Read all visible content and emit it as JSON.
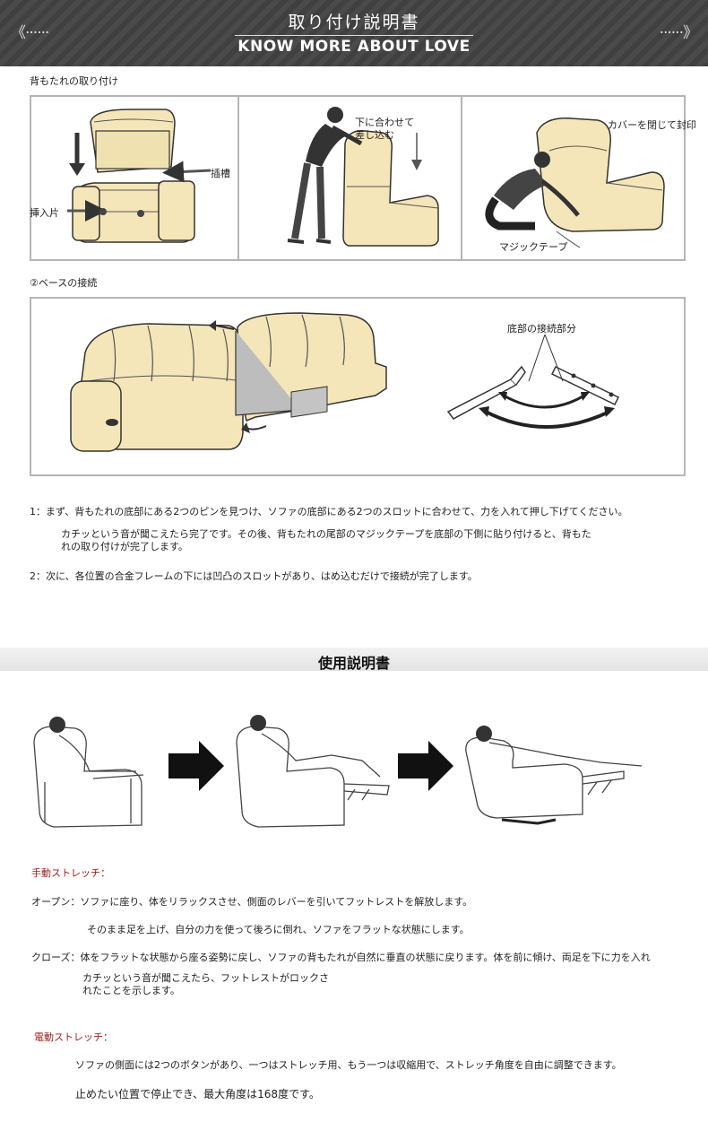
{
  "header": {
    "title": "取り付け説明書",
    "subtitle": "KNOW MORE ABOUT LOVE",
    "left_arrow": "《······",
    "right_arrow": "······》"
  },
  "section1": {
    "heading": "背もたれの取り付け",
    "labels": {
      "slot": "插槽",
      "insert_piece": "挿入片",
      "align_down_1": "下に合わせて",
      "align_down_2": "差し込む",
      "close_cover": "カバーを閉じて封印",
      "magic_tape": "マジックテープ"
    }
  },
  "section2": {
    "heading": "②ベースの接続",
    "bottom_connection": "底部の接続部分"
  },
  "instructions": {
    "step1": "1：まず、背もたれの底部にある2つのピンを見つけ、ソファの底部にある2つのスロットに合わせて、力を入れて押し下げてください。",
    "step1_cont_1": "カチッという音が聞こえたら完了です。その後、背もたれの尾部のマジックテープを底部の下側に貼り付けると、背もた",
    "step1_cont_2": "れの取り付けが完了します。",
    "step2": "2：次に、各位置の合金フレームの下には凹凸のスロットがあり、はめ込むだけで接続が完了します。"
  },
  "usage": {
    "title": "使用説明書",
    "manual_heading": "手動ストレッチ：",
    "open_text_1": "オープン：ソファに座り、体をリラックスさせ、側面のレバーを引いてフットレストを解放します。",
    "open_text_2": "そのまま足を上げ、自分の力を使って後ろに倒れ、ソファをフラットな状態にします。",
    "close_text_1": "クローズ：体をフラットな状態から座る姿勢に戻し、ソファの背もたれが自然に垂直の状態に戻ります。体を前に傾け、両足を下に力を入れ",
    "close_text_2": "カチッという音が聞こえたら、フットレストがロックさ",
    "close_text_3": "れたことを示します。",
    "electric_heading": "電動ストレッチ：",
    "electric_text_1": "ソファの側面には2つのボタンがあり、一つはストレッチ用、もう一つは収縮用で、ストレッチ角度を自由に調整できます。",
    "electric_text_2": "止めたい位置で停止でき、最大角度は168度です。"
  },
  "colors": {
    "header_bg": "#454545",
    "sofa_fill": "#f4e6b8",
    "sofa_stroke": "#333333",
    "frame_border": "#b5b5b5",
    "heading_red": "#9b1c1c"
  }
}
